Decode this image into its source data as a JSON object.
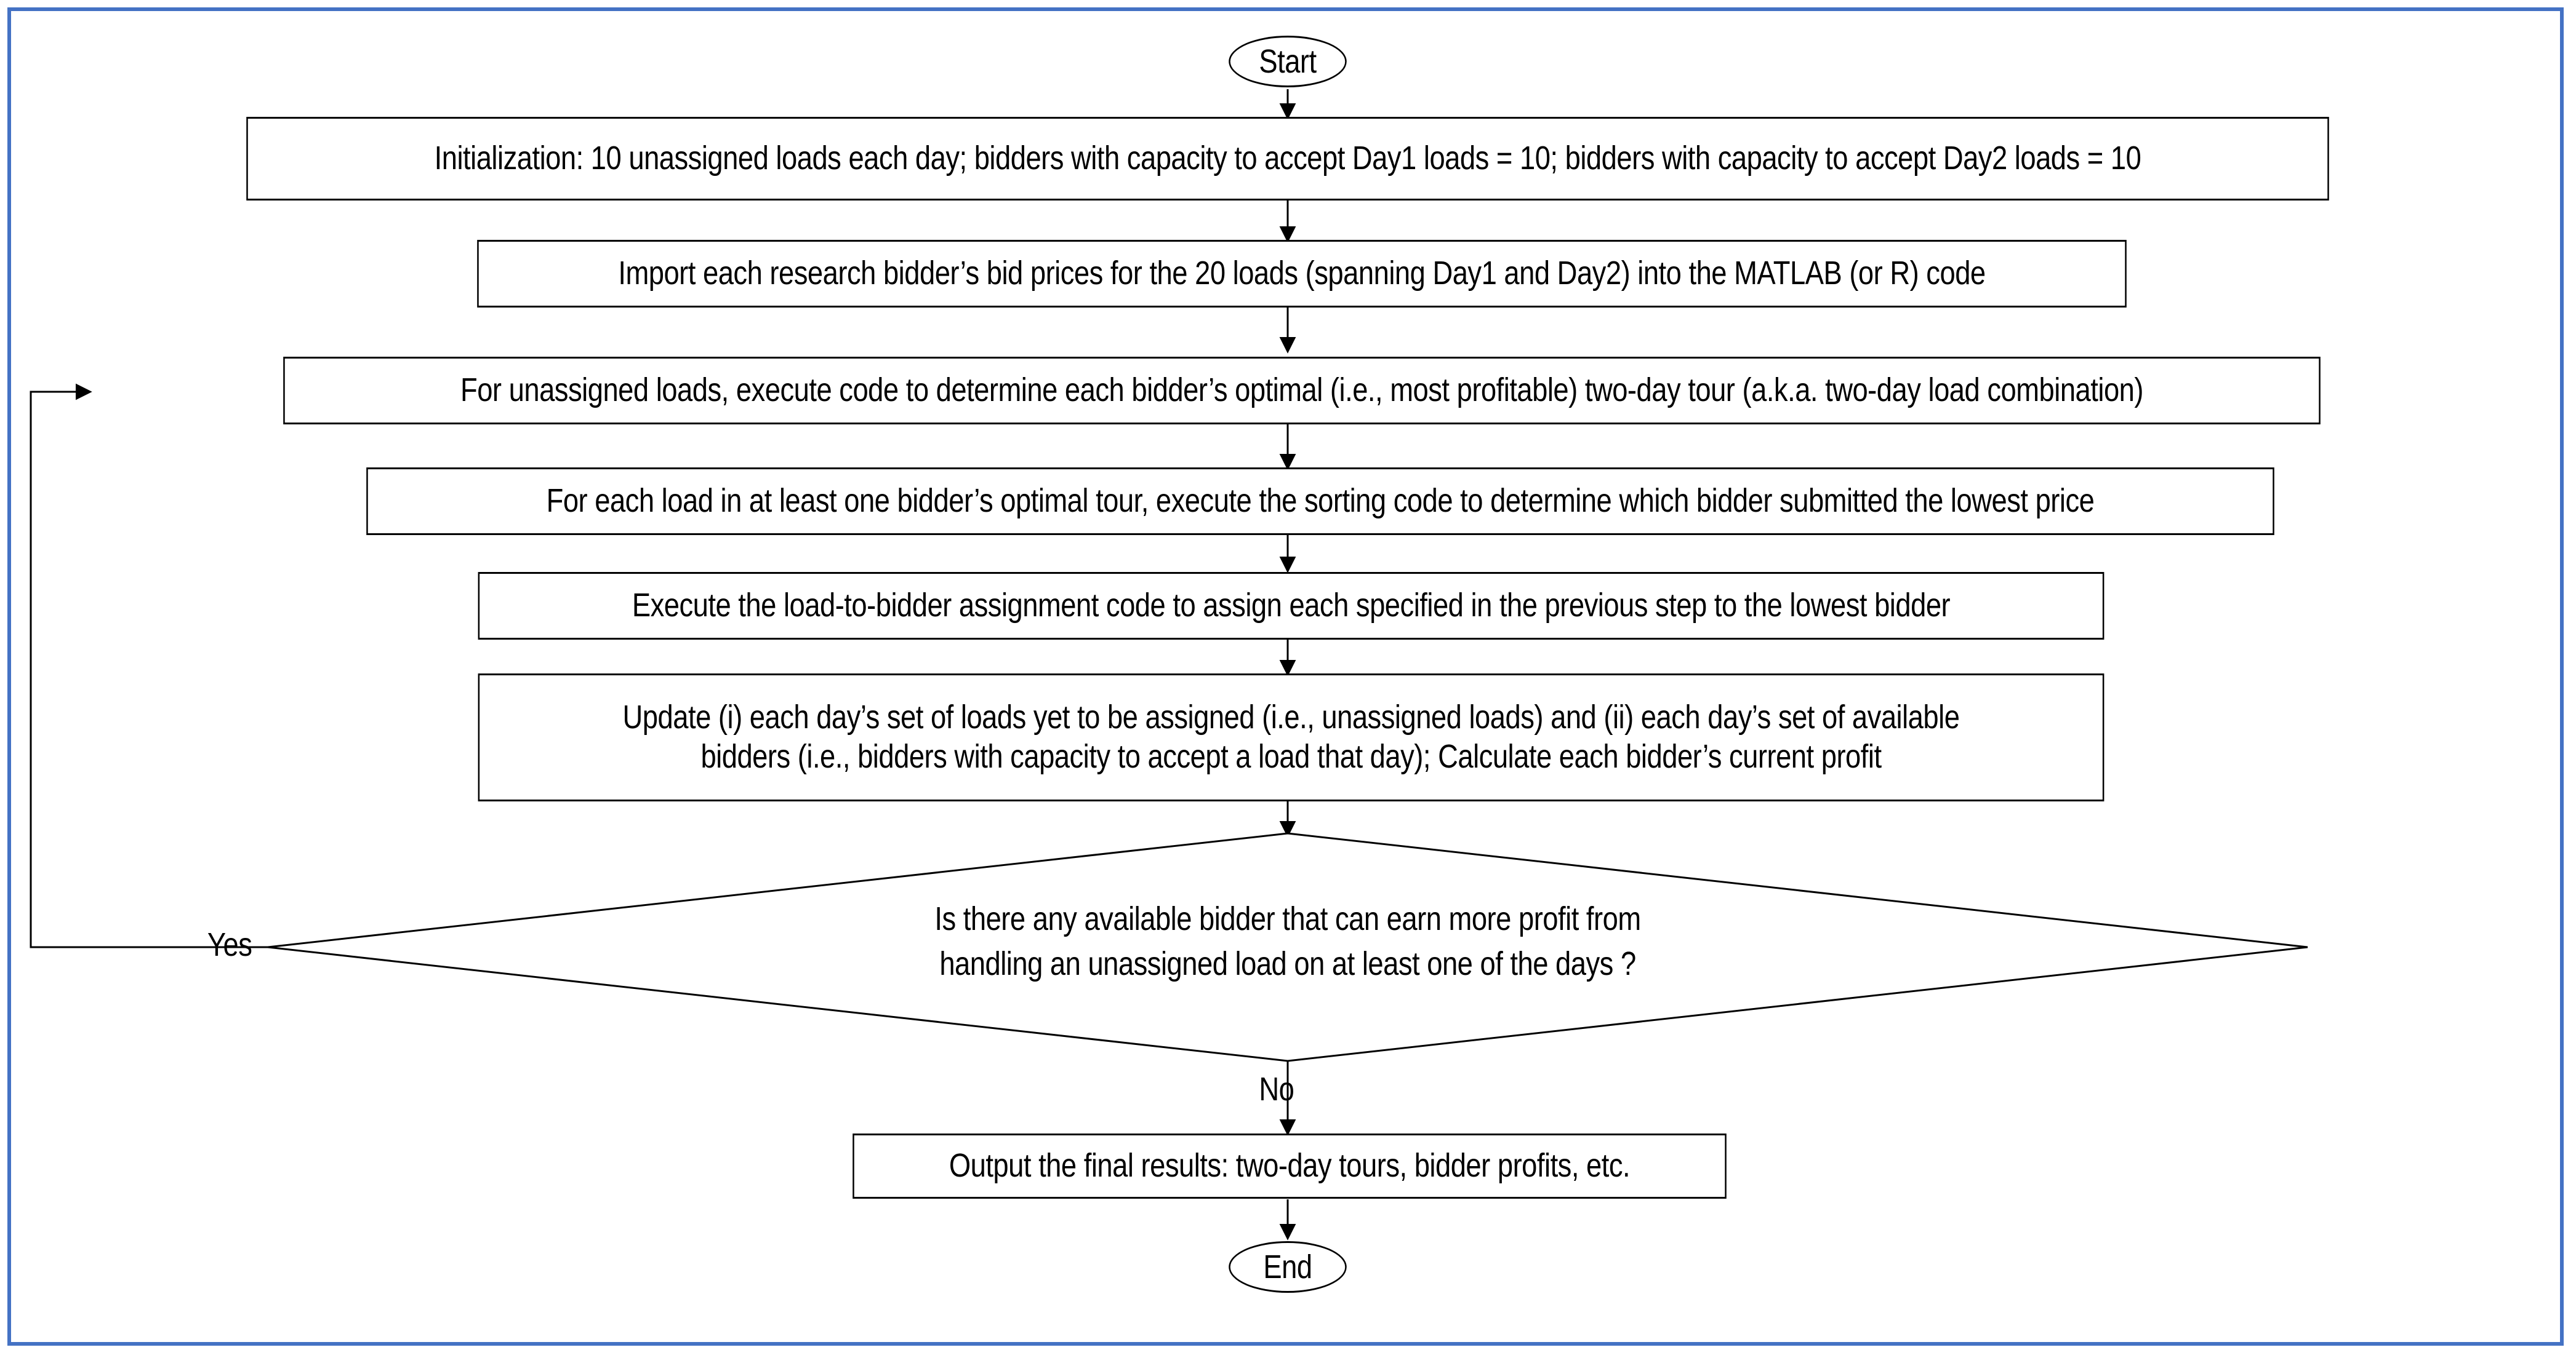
{
  "diagram": {
    "title_visible": false,
    "border_color": "#4472C4",
    "line_color": "#000000",
    "background": "#ffffff"
  },
  "nodes": {
    "start": {
      "label": "Start",
      "shape": "terminator"
    },
    "init": {
      "label": "Initialization: 10 unassigned loads each day; bidders with capacity to accept Day1 loads = 10; bidders with capacity to accept Day2 loads = 10",
      "shape": "process"
    },
    "import": {
      "label": "Import each research bidder’s bid prices for the 20 loads (spanning Day1 and Day2) into the MATLAB (or R) code",
      "shape": "process"
    },
    "optimal_tour": {
      "label": "For unassigned loads, execute code to determine each bidder’s optimal (i.e., most profitable) two-day tour (a.k.a. two-day load combination)",
      "shape": "process"
    },
    "sorting": {
      "label": "For each load in at least one bidder’s optimal tour, execute the sorting code to determine which bidder submitted the lowest price",
      "shape": "process"
    },
    "assignment": {
      "label": "Execute the load-to-bidder assignment code to assign each specified in the previous step to the lowest bidder",
      "shape": "process"
    },
    "update": {
      "line1": "Update (i) each day’s set of loads yet to be assigned (i.e., unassigned loads) and (ii) each day’s set of available",
      "line2": "bidders (i.e., bidders with capacity to accept a load that day); Calculate each bidder’s current profit",
      "shape": "process"
    },
    "decision": {
      "line1": "Is there any available bidder that can earn more profit from",
      "line2": "handling an unassigned load on at least one of the days ?",
      "shape": "diamond"
    },
    "output": {
      "label": "Output the final results: two-day tours, bidder profits, etc.",
      "shape": "process"
    },
    "end": {
      "label": "End",
      "shape": "terminator"
    }
  },
  "edge_labels": {
    "yes": "Yes",
    "no": "No"
  }
}
